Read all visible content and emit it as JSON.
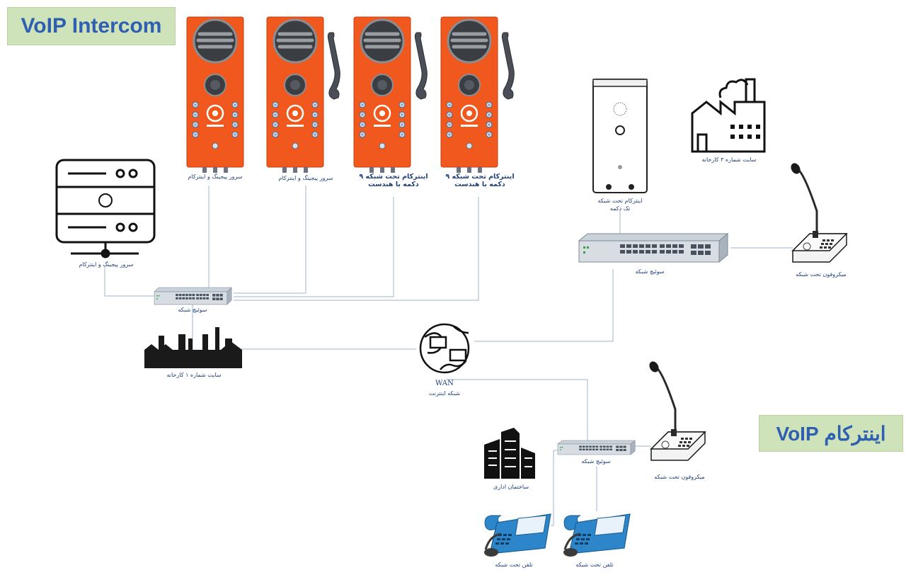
{
  "title_left": "VoIP Intercom",
  "title_right": "اینترکام VoIP",
  "labels": {
    "dev1": "سرور پیجینگ و اینترکام",
    "dev2": "سرور پیجینگ و اینترکام",
    "dev3": "اینترکام تحت شبکه ۹ دکمه با هندست",
    "dev4": "اینترکام تحت شبکه ۹ دکمه با هندست",
    "server": "سرور پیجینگ و اینترکام",
    "switch_left": "سوئیچ شبکه",
    "factory1": "سایت شماره ۱ کارخانه",
    "wan_en": "WAN",
    "wan_fa": "شبکه اینترنت",
    "single_intercom": "اینترکام تحت شبکه تک دکمه",
    "factory3": "سایت شماره ۳ کارخانه",
    "switch_right": "سوئیچ شبکه",
    "mic_right": "میکروفون تحت شبکه",
    "office": "ساختمان اداری",
    "switch_bottom": "سوئیچ شبکه",
    "mic_bottom": "میکروفون تحت شبکه",
    "phone1": "تلفن تحت شبکه",
    "phone2": "تلفن تحت شبکه"
  },
  "colors": {
    "device_orange": "#f0581e",
    "banner_bg": "#cfe3bb",
    "banner_text": "#2f5fb0",
    "link": "#9fb4d0",
    "caption": "#1f3f7a",
    "phone_blue": "#2d86c9"
  }
}
